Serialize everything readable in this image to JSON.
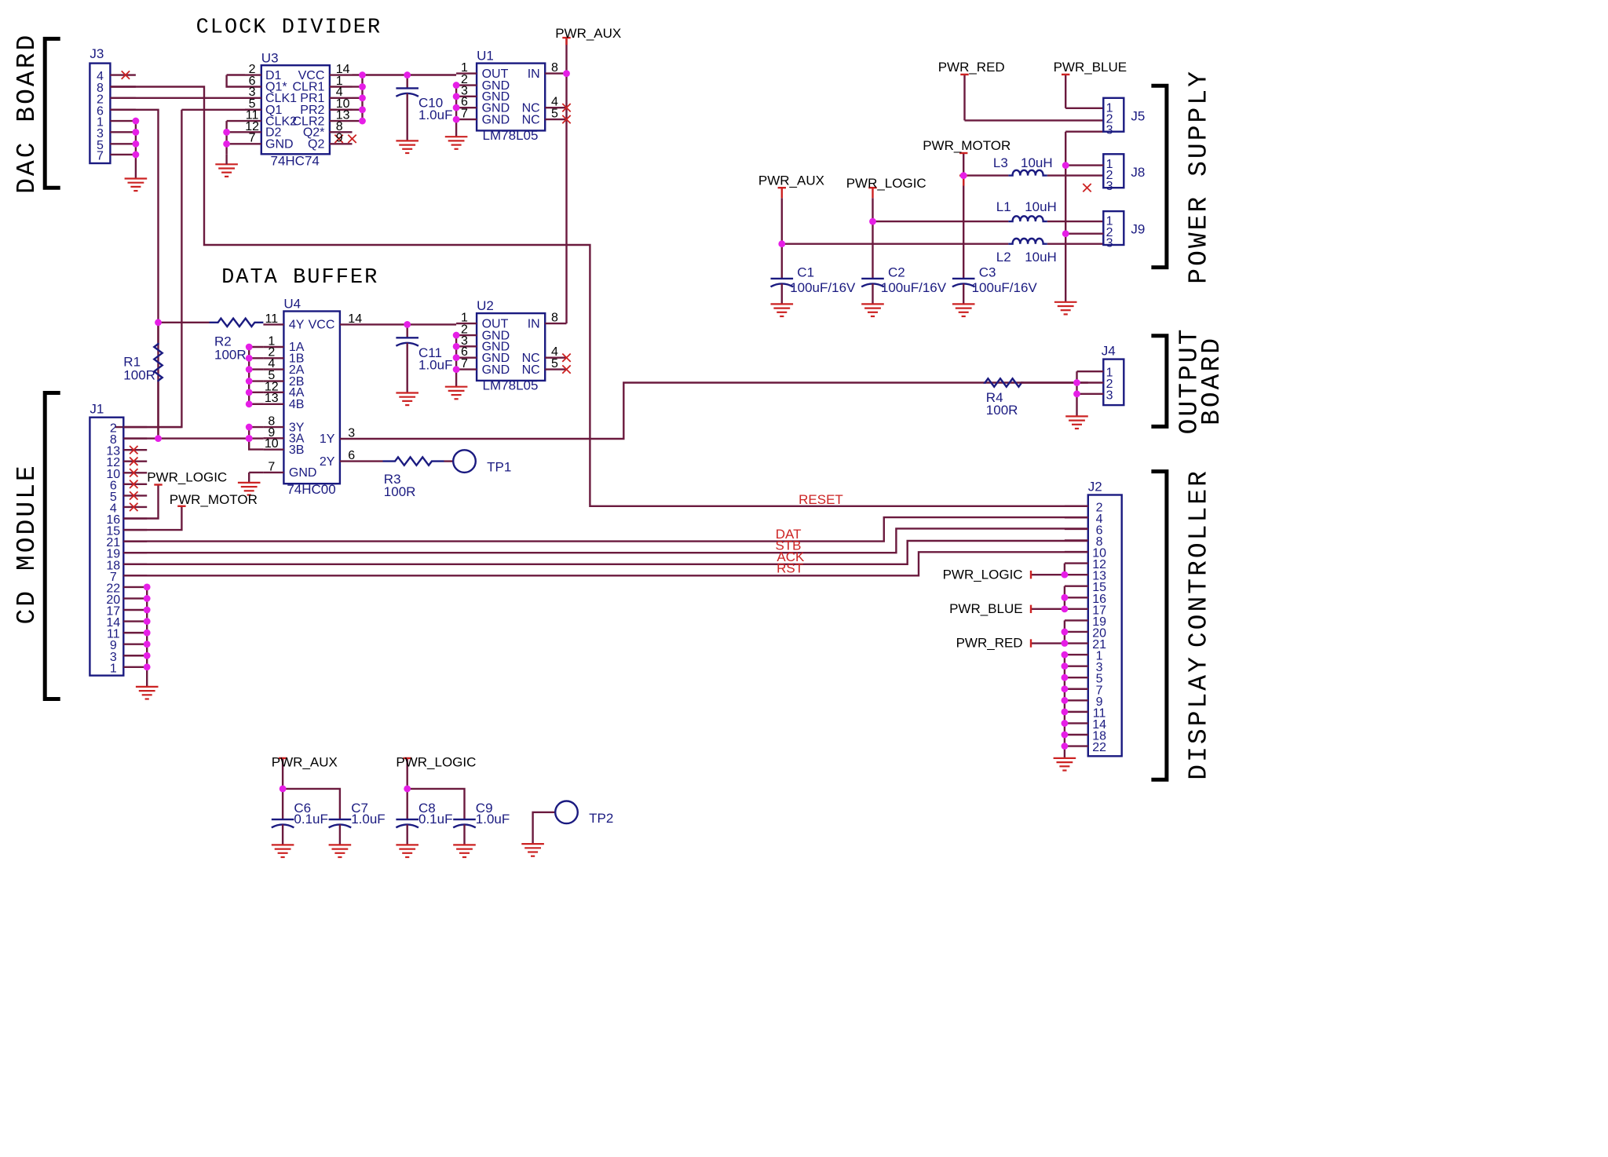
{
  "headings": {
    "clock_divider": "CLOCK DIVIDER",
    "data_buffer": "DATA BUFFER"
  },
  "sections": {
    "dac_board": "DAC BOARD",
    "cd_module": "CD MODULE",
    "power_supply": "POWER SUPPLY",
    "output_board_line1": "OUTPUT",
    "output_board_line2": "BOARD",
    "display_controller_line1": "DISPLAY",
    "display_controller_line2": "CONTROLLER"
  },
  "power_nets": {
    "aux": "PWR_AUX",
    "logic": "PWR_LOGIC",
    "motor": "PWR_MOTOR",
    "red": "PWR_RED",
    "blue": "PWR_BLUE"
  },
  "nets": {
    "reset": "RESET",
    "dat": "DAT",
    "stb": "STB",
    "ack": "ACK",
    "rst": "RST"
  },
  "u3": {
    "ref": "U3",
    "value": "74HC74",
    "left_pins": [
      {
        "num": "2",
        "name": "D1"
      },
      {
        "num": "6",
        "name": "Q1*"
      },
      {
        "num": "3",
        "name": "CLK1"
      },
      {
        "num": "5",
        "name": "Q1"
      },
      {
        "num": "11",
        "name": "CLK2"
      },
      {
        "num": "12",
        "name": "D2"
      },
      {
        "num": "7",
        "name": "GND"
      }
    ],
    "right_pins": [
      {
        "num": "14",
        "name": "VCC"
      },
      {
        "num": "1",
        "name": "CLR1"
      },
      {
        "num": "4",
        "name": "PR1"
      },
      {
        "num": "10",
        "name": "PR2"
      },
      {
        "num": "13",
        "name": "CLR2"
      },
      {
        "num": "8",
        "name": "Q2*"
      },
      {
        "num": "9",
        "name": "Q2"
      }
    ]
  },
  "u4": {
    "ref": "U4",
    "value": "74HC00",
    "left_pins": [
      {
        "num": "11",
        "name": "4Y"
      },
      {
        "num": "1",
        "name": "1A"
      },
      {
        "num": "2",
        "name": "1B"
      },
      {
        "num": "4",
        "name": "2A"
      },
      {
        "num": "5",
        "name": "2B"
      },
      {
        "num": "12",
        "name": "4A"
      },
      {
        "num": "13",
        "name": "4B"
      },
      {
        "num": "8",
        "name": "3Y"
      },
      {
        "num": "9",
        "name": "3A"
      },
      {
        "num": "10",
        "name": "3B"
      },
      {
        "num": "7",
        "name": "GND"
      }
    ],
    "right_pins": [
      {
        "num": "14",
        "name": "VCC"
      },
      {
        "num": "3",
        "name": "1Y"
      },
      {
        "num": "6",
        "name": "2Y"
      }
    ]
  },
  "u1": {
    "ref": "U1",
    "value": "LM78L05",
    "left_pins": [
      {
        "num": "1",
        "name": "OUT"
      },
      {
        "num": "2",
        "name": "GND"
      },
      {
        "num": "3",
        "name": "GND"
      },
      {
        "num": "6",
        "name": "GND"
      },
      {
        "num": "7",
        "name": "GND"
      }
    ],
    "right_pins": [
      {
        "num": "8",
        "name": "IN"
      },
      {
        "num": "4",
        "name": "NC"
      },
      {
        "num": "5",
        "name": "NC"
      }
    ]
  },
  "u2": {
    "ref": "U2",
    "value": "LM78L05",
    "left_pins": [
      {
        "num": "1",
        "name": "OUT"
      },
      {
        "num": "2",
        "name": "GND"
      },
      {
        "num": "3",
        "name": "GND"
      },
      {
        "num": "6",
        "name": "GND"
      },
      {
        "num": "7",
        "name": "GND"
      }
    ],
    "right_pins": [
      {
        "num": "8",
        "name": "IN"
      },
      {
        "num": "4",
        "name": "NC"
      },
      {
        "num": "5",
        "name": "NC"
      }
    ]
  },
  "j3": {
    "ref": "J3",
    "pins": [
      "4",
      "8",
      "2",
      "6",
      "1",
      "3",
      "5",
      "7"
    ]
  },
  "j1": {
    "ref": "J1",
    "pins": [
      "2",
      "8",
      "13",
      "12",
      "10",
      "6",
      "5",
      "4",
      "16",
      "15",
      "21",
      "19",
      "18",
      "7",
      "22",
      "20",
      "17",
      "14",
      "11",
      "9",
      "3",
      "1"
    ]
  },
  "j2": {
    "ref": "J2",
    "pins": [
      "2",
      "4",
      "6",
      "8",
      "10",
      "12",
      "13",
      "15",
      "16",
      "17",
      "19",
      "20",
      "21",
      "1",
      "3",
      "5",
      "7",
      "9",
      "11",
      "14",
      "18",
      "22"
    ]
  },
  "j4": {
    "ref": "J4",
    "pins": [
      "1",
      "2",
      "3"
    ]
  },
  "j5": {
    "ref": "J5",
    "pins": [
      "1",
      "2",
      "3"
    ]
  },
  "j8": {
    "ref": "J8",
    "pins": [
      "1",
      "2",
      "3"
    ]
  },
  "j9": {
    "ref": "J9",
    "pins": [
      "1",
      "2",
      "3"
    ]
  },
  "resistors": {
    "r1": {
      "ref": "R1",
      "value": "100R"
    },
    "r2": {
      "ref": "R2",
      "value": "100R"
    },
    "r3": {
      "ref": "R3",
      "value": "100R"
    },
    "r4": {
      "ref": "R4",
      "value": "100R"
    }
  },
  "capacitors": {
    "c1": {
      "ref": "C1",
      "value": "100uF/16V"
    },
    "c2": {
      "ref": "C2",
      "value": "100uF/16V"
    },
    "c3": {
      "ref": "C3",
      "value": "100uF/16V"
    },
    "c6": {
      "ref": "C6",
      "value": "0.1uF"
    },
    "c7": {
      "ref": "C7",
      "value": "1.0uF"
    },
    "c8": {
      "ref": "C8",
      "value": "0.1uF"
    },
    "c9": {
      "ref": "C9",
      "value": "1.0uF"
    },
    "c10": {
      "ref": "C10",
      "value": "1.0uF"
    },
    "c11": {
      "ref": "C11",
      "value": "1.0uF"
    }
  },
  "inductors": {
    "l1": {
      "ref": "L1",
      "value": "10uH"
    },
    "l2": {
      "ref": "L2",
      "value": "10uH"
    },
    "l3": {
      "ref": "L3",
      "value": "10uH"
    }
  },
  "test_points": {
    "tp1": "TP1",
    "tp2": "TP2"
  }
}
